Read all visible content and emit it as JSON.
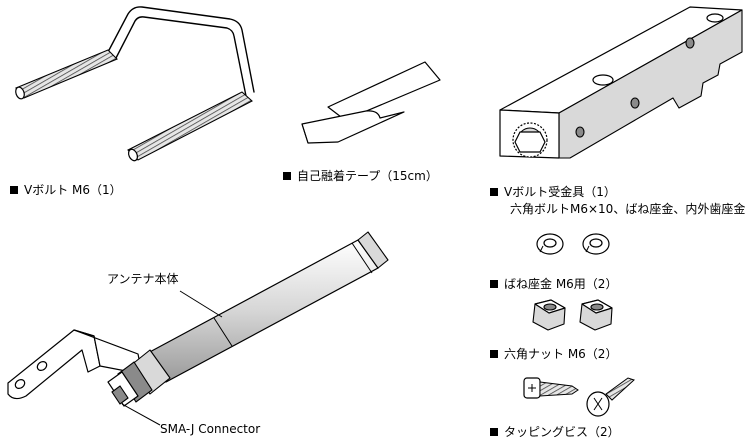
{
  "labels": {
    "vbolt": "Vボルト M6（1）",
    "tape": "自己融着テープ（15cm）",
    "bracket_line1": "Vボルト受金具（1）",
    "bracket_line2": "六角ボルトM6×10、ばね座金、内外歯座金",
    "washer": "ばね座金 M6用（2）",
    "nut": "六角ナット M6（2）",
    "screw": "タッピングビス（2）",
    "antenna_body": "アンテナ本体",
    "connector": "SMA-J Connector"
  },
  "icons": {
    "bullet": "black-square-bullet"
  }
}
